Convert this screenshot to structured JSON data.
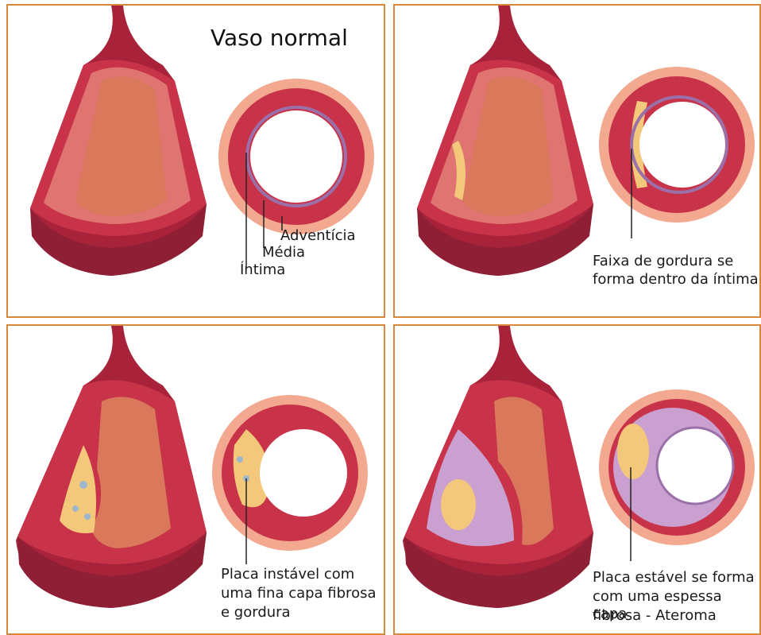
{
  "panels": [
    {
      "id": "normal",
      "title": "Vaso normal",
      "labels": {
        "adventicia": "Adventícia",
        "media": "Média",
        "intima": "Íntima"
      }
    },
    {
      "id": "fatty-streak",
      "caption_line1": "Faixa de gordura se",
      "caption_line2": "forma dentro da íntima"
    },
    {
      "id": "unstable-plaque",
      "caption_line1": "Placa instável com",
      "caption_line2": "uma fina capa fibrosa",
      "caption_line3": "e gordura"
    },
    {
      "id": "stable-plaque",
      "caption_line1": "Placa estável se forma",
      "caption_line2": "com uma espessa capa",
      "caption_line3": "fibrosa - Ateroma"
    }
  ],
  "colors": {
    "border": "#d9873a",
    "vessel_outer": "#a8233a",
    "adventitia": "#f2a98f",
    "media": "#c8334a",
    "intima_line": "#9b6fa8",
    "lumen": "#d9785a",
    "fat": "#f4c87a",
    "fibrous": "#c9a0cf"
  }
}
